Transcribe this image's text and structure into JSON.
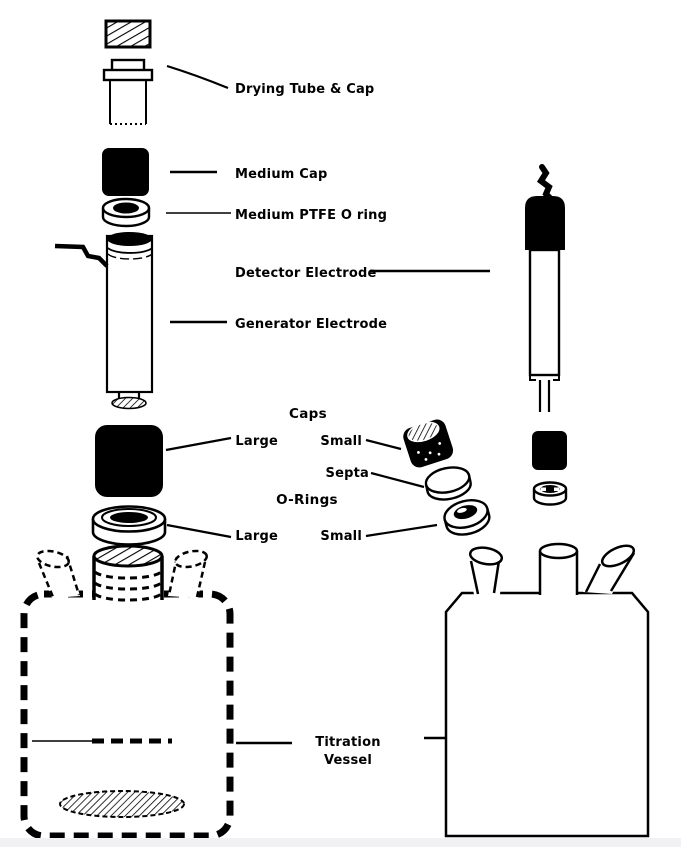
{
  "labels": {
    "drying_tube_cap": "Drying Tube & Cap",
    "medium_cap": "Medium Cap",
    "medium_ptfe_o_ring": "Medium PTFE O ring",
    "detector_electrode": "Detector Electrode",
    "generator_electrode": "Generator Electrode",
    "caps_header": "Caps",
    "caps_large": "Large",
    "caps_small": "Small",
    "septa": "Septa",
    "orings_header": "O-Rings",
    "orings_large": "Large",
    "orings_small": "Small",
    "titration_vessel_line1": "Titration",
    "titration_vessel_line2": "Vessel"
  },
  "colors": {
    "ink": "#000000",
    "paper": "#ffffff",
    "footer_strip": "#f1f0f2"
  }
}
